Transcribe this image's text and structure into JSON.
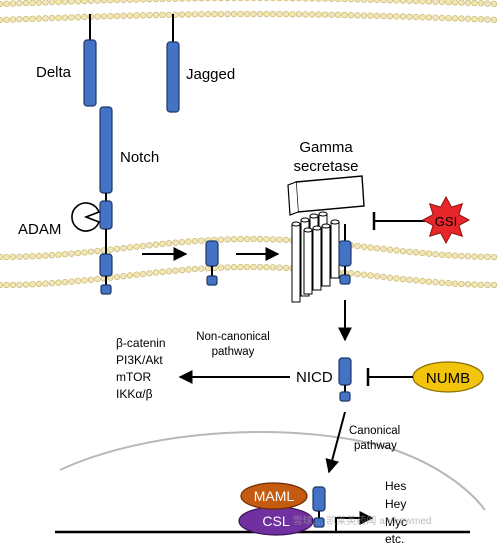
{
  "labels": {
    "delta": "Delta",
    "jagged": "Jagged",
    "notch": "Notch",
    "adam": "ADAM",
    "gamma_line1": "Gamma",
    "gamma_line2": "secretase",
    "gsi": "GSI",
    "noncanonical_line1": "Non-canonical",
    "noncanonical_line2": "pathway",
    "nicd": "NICD",
    "numb": "NUMB",
    "canonical_line1": "Canonical",
    "canonical_line2": "pathway",
    "maml": "MAML",
    "csl": "CSL"
  },
  "noncanonical_targets": [
    "β-catenin",
    "PI3K/Akt",
    "mTOR",
    "IKKα/β"
  ],
  "target_genes": [
    "Hes",
    "Hey",
    "Myc",
    "etc."
  ],
  "watermark": "雪球 ... 凯莱英药闻 andrewmed",
  "colors": {
    "domain_blue": "#4472c4",
    "domain_outline": "#1f3864",
    "lipid_head": "#f2e7b8",
    "lipid_outline": "#c9b66a",
    "gsi_red": "#e8262a",
    "numb_yellow": "#f2c40c",
    "maml_orange": "#c55a11",
    "csl_purple": "#7030a0"
  }
}
